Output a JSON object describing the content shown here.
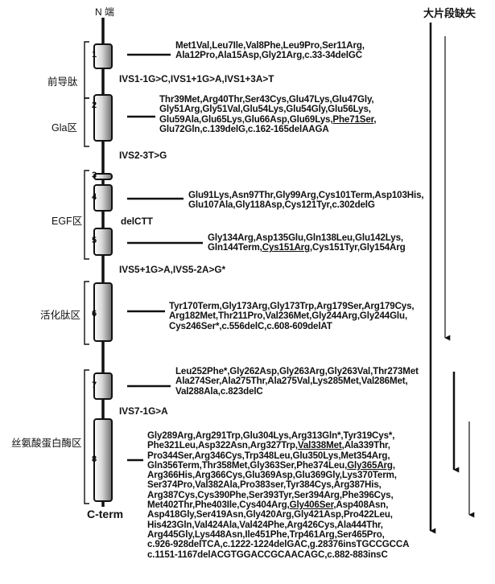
{
  "n_terminal_label": "N 端",
  "c_terminal_label": "C-term",
  "large_deletion_label": "大片段缺失",
  "regions": {
    "propeptide": "前导肽",
    "gla": "Gla区",
    "egf": "EGF区",
    "activation": "活化肽区",
    "protease": "丝氨酸蛋白酶区"
  },
  "exons": [
    "1",
    "2",
    "3",
    "4",
    "5",
    "6",
    "7",
    "8"
  ],
  "introns": {
    "ivs1": "IVS1-1G>C,IVS1+1G>A,IVS1+3A>T",
    "ivs2": "IVS2-3T>G",
    "ivs4": "delCTT",
    "ivs5": "IVS5+1G>A,IVS5-2A>G*",
    "ivs7": "IVS7-1G>A"
  },
  "mutations": {
    "exon1": [
      [
        "Met1Val,Leu7Ile,Val8Phe,Leu9Pro,Ser11Arg,"
      ],
      [
        "Ala12Pro,Ala15Asp,Gly21Arg,c.33-34delGC"
      ]
    ],
    "exon2": [
      [
        "Thr39Met,Arg40Thr,Ser43Cys,Glu47Lys,Glu47Gly,"
      ],
      [
        "Gly51Arg,Gly51Val,Glu54Lys,Glu54Gly,Glu56Lys,"
      ],
      [
        "Glu59Ala,Glu65Lys,Glu66Asp,Glu69Lys,",
        "Phe71Ser",
        ","
      ],
      [
        "Glu72Gln,c.139delG,c.162-165delAAGA"
      ]
    ],
    "exon4": [
      [
        "Glu91Lys,Asn97Thr,Gly99Arg,Cys101Term,Asp103His,"
      ],
      [
        "Glu107Ala,Gly118Asp,Cys121Tyr,c.302delG"
      ]
    ],
    "exon5": [
      [
        "Gly134Arg,Asp135Glu,Gln138Leu,Glu142Lys,"
      ],
      [
        "Gln144Term,",
        "Cys151Arg",
        ",Cys151Tyr,Gly154Arg"
      ]
    ],
    "exon6": [
      [
        "Tyr170Term,Gly173Arg,Gly173Trp,Arg179Ser,Arg179Cys,"
      ],
      [
        "Arg182Met,Thr211Pro,Val236Met,Gly244Arg,Gly244Glu,"
      ],
      [
        "Cys246Ser*,c.556delC,c.608-609delAT"
      ]
    ],
    "exon7": [
      [
        "Leu252Phe*,Gly262Asp,Gly263Arg,Gly263Val,Thr273Met"
      ],
      [
        "Ala274Ser,Ala275Thr,Ala275Val,Lys285Met,Val286Met,"
      ],
      [
        "Val288Ala,c.823delC"
      ]
    ],
    "exon8": [
      [
        "Gly289Arg,Arg291Trp,Glu304Lys,Arg313Gln*,Tyr319Cys*,"
      ],
      [
        "Phe321Leu,Asp322Asn,Arg327Trp,",
        "Val338Met",
        ",Ala339Thr,"
      ],
      [
        "Pro344Ser,Arg346Cys,Trp348Leu,Glu350Lys,Met354Arg,"
      ],
      [
        "Gln356Term,Thr358Met,Gly363Ser,Phe374Leu,",
        "Gly365Arg",
        ","
      ],
      [
        "Arg366His,Arg366Cys,Glu369Asp,Glu369Gly,Lys370Term,"
      ],
      [
        "Ser374Pro,Val382Ala,Pro383ser,Tyr384Cys,Arg387His,"
      ],
      [
        "Arg387Cys,Cys390Phe,Ser393Tyr,Ser394Arg,Phe396Cys,"
      ],
      [
        "Met402Thr,Phe403Ile,Cys404Arg,",
        "Gly406Ser",
        ",Asp408Asn,"
      ],
      [
        "Asp418Gly,Ser419Asn,Gly420Arg,Gly421Asp,Pro422Leu,"
      ],
      [
        "His423Gln,Val424Ala,Val424Phe,Arg426Cys,Ala444Thr,"
      ],
      [
        "Arg445Gly,Lys448Asn,Ile451Phe,Trp461Arg,Ser465Pro,"
      ],
      [
        "c.926-928delTCA,c.1222-1224delGAC,g.28376insTGCCGCCA"
      ],
      [
        "c.1151-1167delACGTGGACCGCAACAGC,c.882-883insC"
      ]
    ]
  }
}
